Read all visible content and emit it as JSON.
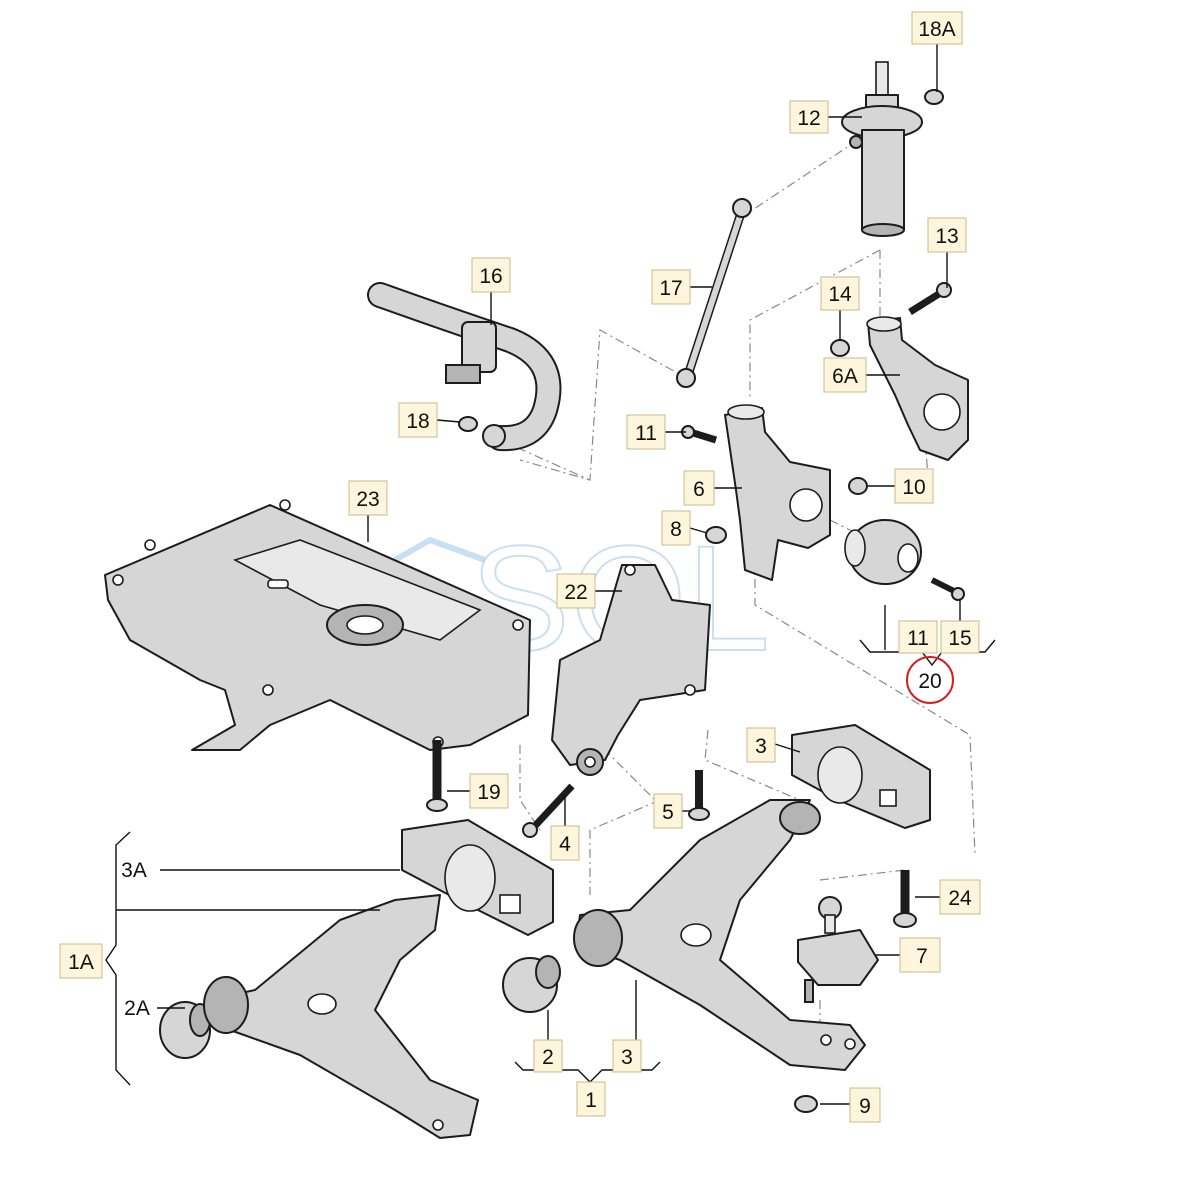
{
  "watermark": "SOL",
  "callouts": {
    "c18A": "18A",
    "c12": "12",
    "c13": "13",
    "c17": "17",
    "c16": "16",
    "c14": "14",
    "c6A": "6A",
    "c18": "18",
    "c11a": "11",
    "c6": "6",
    "c10": "10",
    "c23": "23",
    "c8": "8",
    "c22": "22",
    "c11b": "11",
    "c15": "15",
    "c20": "20",
    "c3a": "3",
    "c19": "19",
    "c4": "4",
    "c5": "5",
    "c3A": "3A",
    "c24": "24",
    "c1A": "1A",
    "c7": "7",
    "c2A": "2A",
    "c2": "2",
    "c3b": "3",
    "c1": "1",
    "c9": "9"
  },
  "highlight": {
    "part": "20",
    "color": "#d62020"
  }
}
